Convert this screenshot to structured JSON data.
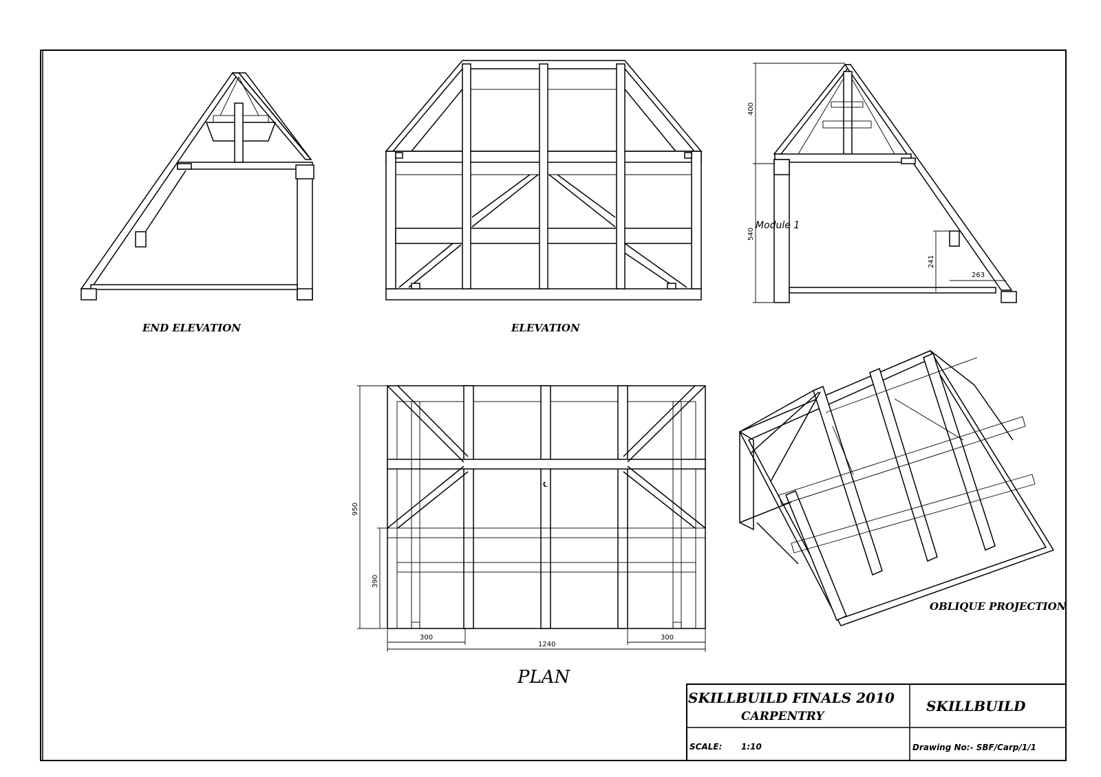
{
  "views": {
    "end_elevation": "END  ELEVATION",
    "elevation": "ELEVATION",
    "plan": "PLAN",
    "oblique": "OBLIQUE  PROJECTION"
  },
  "annotations": {
    "module": "Module  1",
    "centre_line": "℄"
  },
  "dimensions": {
    "roof_height": "400",
    "wall_height": "540",
    "brace_height": "241",
    "brace_offset": "263",
    "plan_depth": "950",
    "plan_partial": "390",
    "plan_left": "300",
    "plan_width": "1240",
    "plan_right": "300"
  },
  "title_block": {
    "title": "SKILLBUILD  FINALS  2010",
    "subtitle": "CARPENTRY",
    "brand": "SKILLBUILD",
    "scale_label": "SCALE:",
    "scale_value": "1:10",
    "drawing_no": "Drawing  No:-  SBF/Carp/1/1"
  }
}
